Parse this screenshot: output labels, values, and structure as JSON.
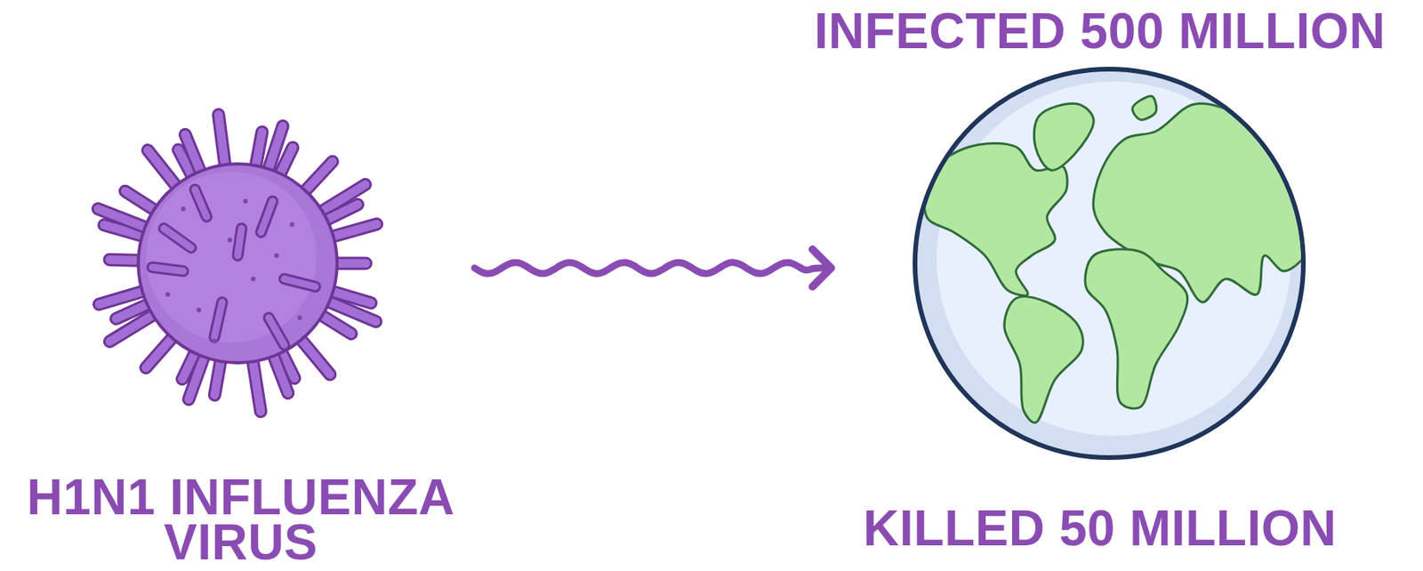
{
  "diagram": {
    "nodes": [
      {
        "text": [
          "H1N1 INFLUENZA VIRUS"
        ]
      },
      {
        "text": [
          "INFECTED 500 MILLION",
          "KILLED 50 MILLION"
        ]
      }
    ],
    "edges": [
      {
        "from": 0,
        "to": 1,
        "arrow": "to"
      }
    ]
  }
}
